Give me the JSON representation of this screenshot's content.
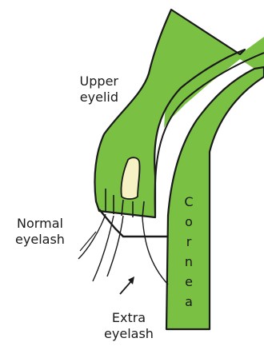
{
  "labels": {
    "upper_eyelid": [
      "Upper",
      "eyelid"
    ],
    "normal_eyelash": [
      "Normal",
      "eyelash"
    ],
    "extra_eyelash": [
      "Extra",
      "eyelash"
    ],
    "cornea": [
      "C",
      "o",
      "r",
      "n",
      "e",
      "a"
    ]
  },
  "colors": {
    "tissue": "#7ac143",
    "gland": "#f7f2c4",
    "outline": "#1a1a1a"
  }
}
